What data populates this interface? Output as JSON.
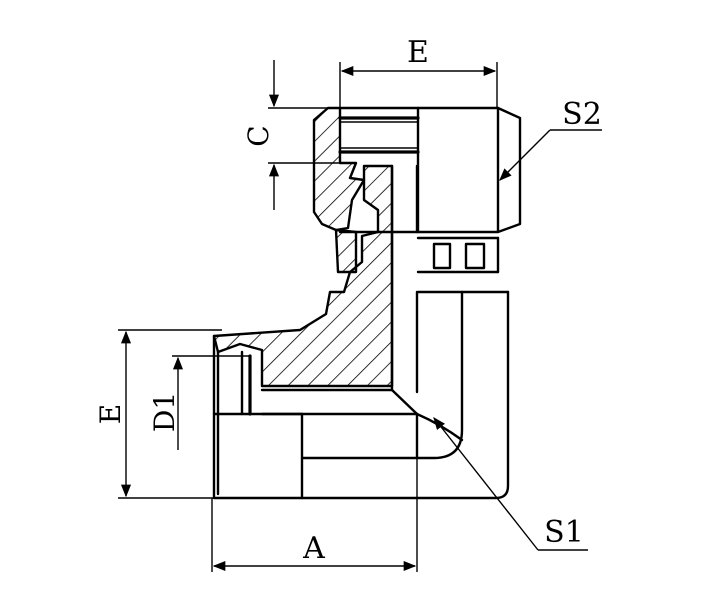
{
  "diagram": {
    "labels": {
      "top_e": "E",
      "c": "C",
      "s2": "S2",
      "left_e": "E",
      "d1": "D1",
      "s1": "S1",
      "a": "A"
    }
  }
}
